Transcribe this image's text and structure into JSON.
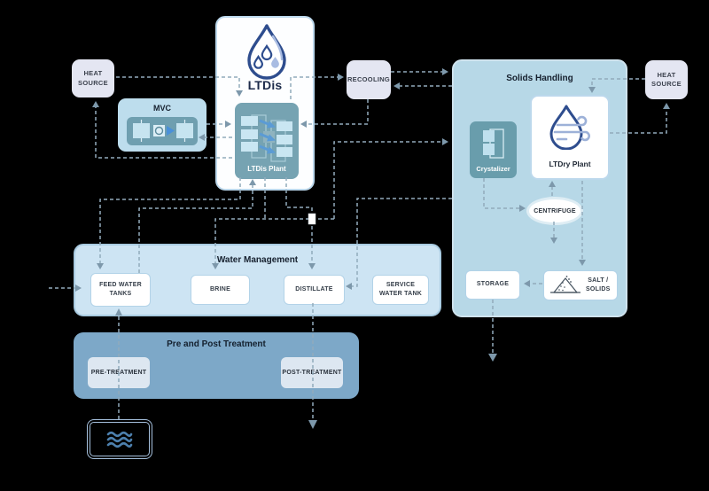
{
  "colors": {
    "background": "#000000",
    "dashed_line": "#92abbc",
    "arrowhead": "#7d98ab",
    "lavender_box": "#e4e6f2",
    "light_blue_panel": "#b7d8e7",
    "lighter_blue_panel": "#cde4f3",
    "steel_blue_panel": "#7da8c8",
    "teal_box": "#76a3b2",
    "brand_navy": "#2e4d8e",
    "brand_periwinkle": "#9db1d8",
    "title_text": "#16202e"
  },
  "diagram": {
    "heat_source_left": {
      "line1": "HEAT",
      "line2": "SOURCE"
    },
    "heat_source_right": {
      "line1": "HEAT",
      "line2": "SOURCE"
    },
    "recooling": {
      "label": "RECOOLING"
    },
    "mvc": {
      "title": "MVC"
    },
    "ltdis": {
      "title": "LTDis",
      "plant_label": "LTDis Plant"
    },
    "solids_handling": {
      "title": "Solids Handling",
      "crystalizer": "Crystalizer",
      "ltdry_plant": "LTDry Plant",
      "centrifuge": "CENTRIFUGE",
      "salt_solids_line1": "SALT /",
      "salt_solids_line2": "SOLIDS",
      "storage": "STORAGE"
    },
    "water_management": {
      "title": "Water Management",
      "feed_line1": "FEED WATER",
      "feed_line2": "TANKS",
      "brine": "BRINE",
      "distillate": "DISTILLATE",
      "service_line1": "SERVICE",
      "service_line2": "WATER TANK"
    },
    "treatment": {
      "title": "Pre and Post Treatment",
      "pre": "PRE-TREATMENT",
      "post": "POST-TREATMENT"
    },
    "icons": {
      "ltdis_logo": "water-drop-flame",
      "ltdry_logo": "water-drop-with-wind",
      "mvc_icon": "compressor-train",
      "ltdis_plant_icon": "heat-exchanger-stages",
      "crystalizer_icon": "stacked-crystal-cells",
      "salt_solids_icon": "salt-pile",
      "sea_water_icon": "waves"
    },
    "edges": [
      {
        "from": "heat-source-left",
        "to": "ltdis-plant"
      },
      {
        "from": "ltdis-plant",
        "to": "heat-source-left"
      },
      {
        "from": "ltdis-plant",
        "to": "recooling"
      },
      {
        "from": "recooling",
        "to": "solids-handling"
      },
      {
        "from": "solids-handling",
        "to": "recooling"
      },
      {
        "from": "recooling",
        "to": "ltdis-plant"
      },
      {
        "from": "mvc",
        "to": "ltdis-plant"
      },
      {
        "from": "ltdis-plant",
        "to": "mvc"
      },
      {
        "from": "ltdis-plant",
        "to": "feed-water-tanks"
      },
      {
        "from": "feed-water-tanks",
        "to": "ltdis-plant"
      },
      {
        "from": "ltdis-plant",
        "to": "brine"
      },
      {
        "from": "ltdis-plant",
        "to": "solids-handling"
      },
      {
        "from": "ltdis-plant",
        "to": "distillate"
      },
      {
        "from": "solids-handling",
        "to": "distillate"
      },
      {
        "from": "heat-source-right",
        "to": "ltdry-plant"
      },
      {
        "from": "ltdry-plant",
        "to": "heat-source-right"
      },
      {
        "from": "crystalizer",
        "to": "centrifuge"
      },
      {
        "from": "centrifuge",
        "to": "ltdry-plant"
      },
      {
        "from": "centrifuge",
        "to": "down"
      },
      {
        "from": "ltdry-plant",
        "to": "salt-solids"
      },
      {
        "from": "salt-solids",
        "to": "storage"
      },
      {
        "from": "storage",
        "to": "out"
      },
      {
        "from": "sea-water",
        "to": "feed-water-tanks"
      },
      {
        "from": "external-input",
        "to": "feed-water-tanks"
      },
      {
        "from": "distillate",
        "to": "post-treatment-out"
      }
    ]
  }
}
